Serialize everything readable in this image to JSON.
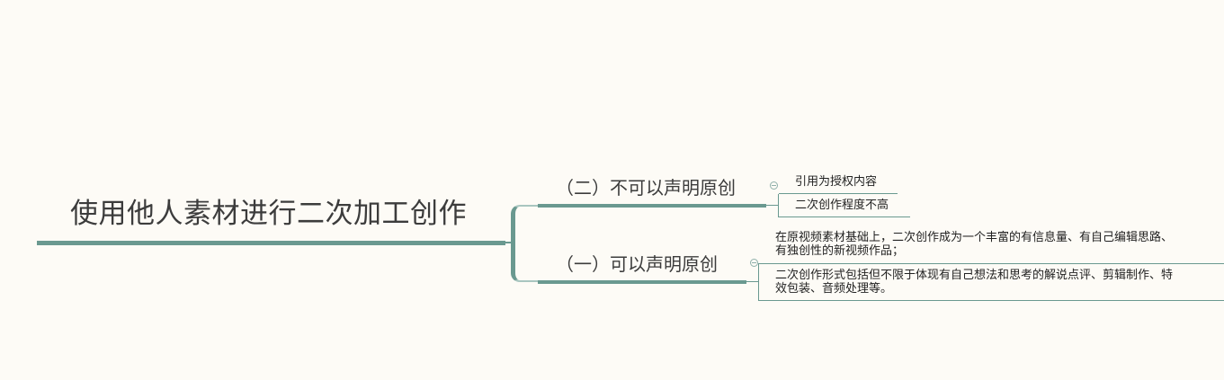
{
  "root": {
    "title": "使用他人素材进行二次加工创作"
  },
  "branches": [
    {
      "label": "（二）不可以声明原创",
      "children": [
        {
          "text": "引用为授权内容"
        },
        {
          "text": "二次创作程度不高"
        }
      ]
    },
    {
      "label": "（一）可以声明原创",
      "children": [
        {
          "line1": "在原视频素材基础上，二次创作成为一个丰富的有信息量、有自己编辑思路、",
          "line2": "有独创性的新视频作品；"
        },
        {
          "line1": "二次创作形式包括但不限于体现有自己想法和思考的解说点评、剪辑制作、特",
          "line2": "效包装、音频处理等。"
        }
      ]
    }
  ],
  "colors": {
    "line": "#6a9990",
    "background": "#fdfbf6"
  }
}
